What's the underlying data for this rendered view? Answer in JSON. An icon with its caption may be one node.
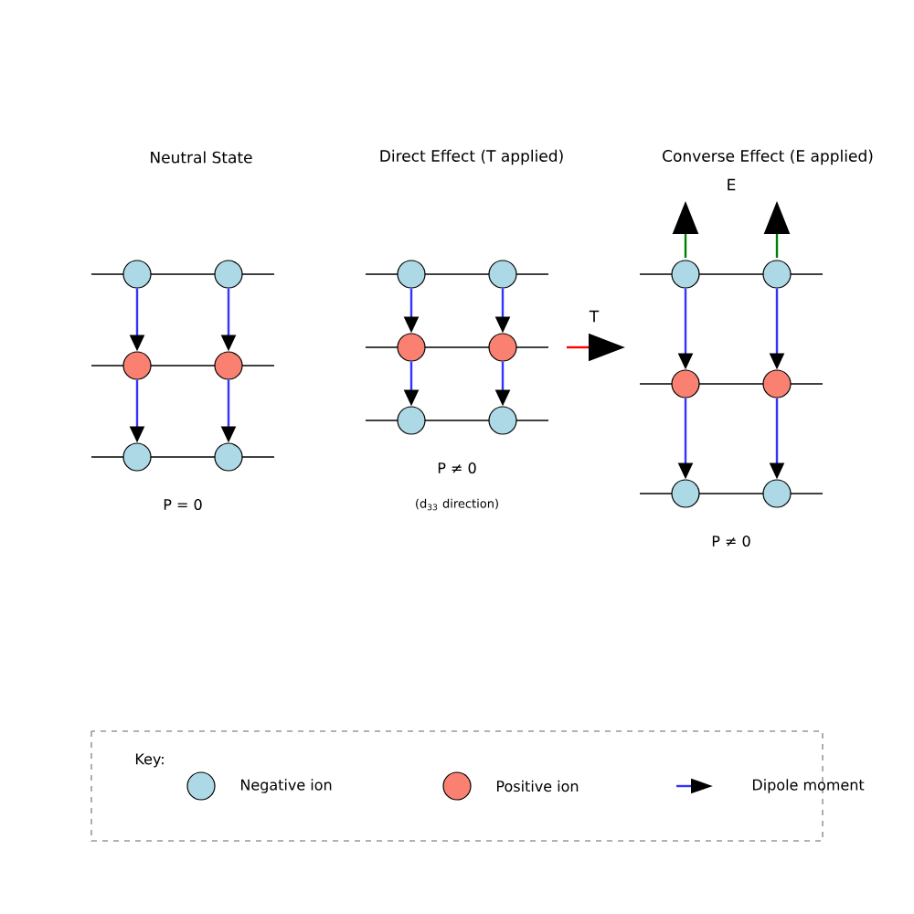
{
  "diagram": {
    "nodes": [
      {
        "text": [],
        "shape": "circle"
      },
      {
        "text": [],
        "shape": "circle"
      },
      {
        "text": [],
        "shape": "circle"
      },
      {
        "text": [],
        "shape": "circle"
      },
      {
        "text": [],
        "shape": "circle"
      },
      {
        "text": [],
        "shape": "circle"
      },
      {
        "text": [],
        "shape": "circle"
      },
      {
        "text": [],
        "shape": "circle"
      },
      {
        "text": [],
        "shape": "circle"
      },
      {
        "text": [],
        "shape": "circle"
      },
      {
        "text": [],
        "shape": "circle"
      },
      {
        "text": [],
        "shape": "circle"
      },
      {
        "text": [],
        "shape": "circle"
      },
      {
        "text": [],
        "shape": "circle"
      },
      {
        "text": [],
        "shape": "circle"
      },
      {
        "text": [],
        "shape": "circle"
      },
      {
        "text": [],
        "shape": "circle"
      },
      {
        "text": [],
        "shape": "circle"
      }
    ],
    "edges": [
      {
        "from": 0,
        "to": 2,
        "arrow": "to"
      },
      {
        "from": 1,
        "to": 3,
        "arrow": "to"
      },
      {
        "from": 2,
        "to": 4,
        "arrow": "to"
      },
      {
        "from": 3,
        "to": 5,
        "arrow": "to"
      },
      {
        "from": 6,
        "to": 8,
        "arrow": "to"
      },
      {
        "from": 7,
        "to": 9,
        "arrow": "to"
      },
      {
        "from": 8,
        "to": 10,
        "arrow": "to"
      },
      {
        "from": 9,
        "to": 11,
        "arrow": "to"
      },
      {
        "from": 12,
        "to": 14,
        "arrow": "to"
      },
      {
        "from": 13,
        "to": 15,
        "arrow": "to"
      },
      {
        "from": 14,
        "to": 16,
        "arrow": "to"
      },
      {
        "from": 15,
        "to": 17,
        "arrow": "to"
      }
    ],
    "labels": [
      "Neutral State",
      "Direct Effect (T applied)",
      "E",
      "Converse Effect (E applied)",
      "T",
      "P = 0",
      "P ≠ 0",
      "(d$_{33}$ direction)",
      "P ≠ 0",
      "Key:"
    ],
    "legend": [
      {
        "text": "Negative ion",
        "color": "#add8e6"
      },
      {
        "text": "Positive ion",
        "color": "#fa8072"
      },
      {
        "text": "Dipole moment"
      }
    ]
  }
}
